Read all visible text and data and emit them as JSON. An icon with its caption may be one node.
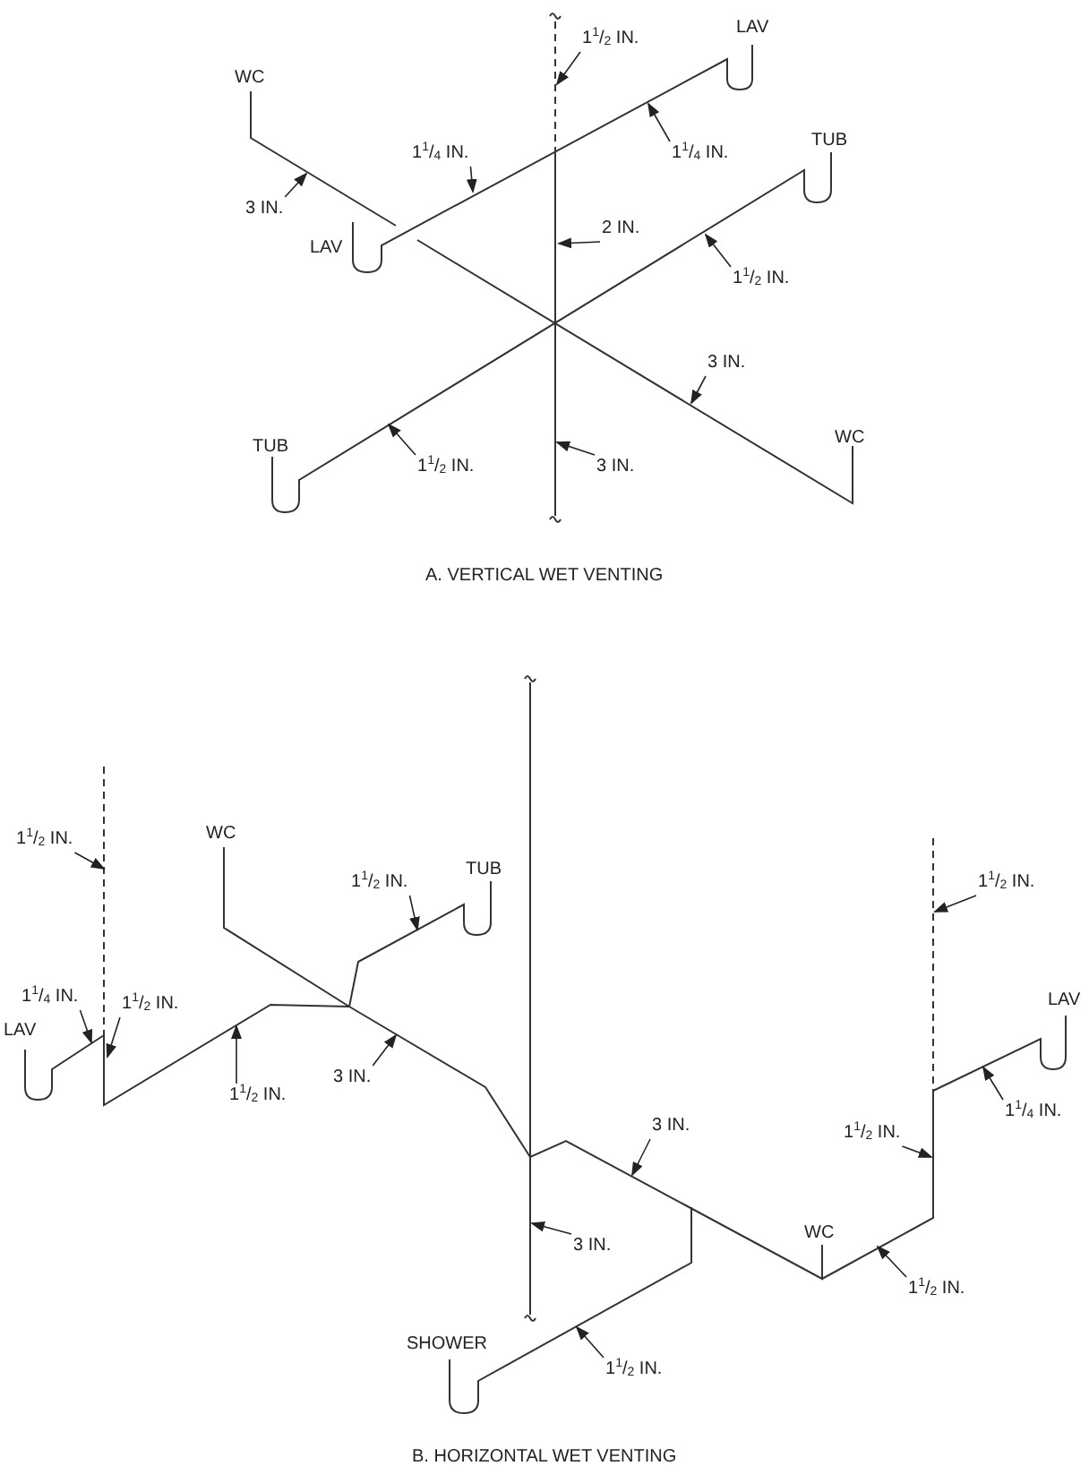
{
  "diagram": {
    "nodes": [
      {
        "text": [
          "1$^{1}$/$_{2}$ IN."
        ]
      },
      {
        "text": [
          "1$^{1}$/$_{4}$ IN."
        ]
      },
      {
        "text": [
          "1$^{1}$/$_{4}$ IN."
        ]
      },
      {
        "text": [
          "3 IN."
        ]
      },
      {
        "text": [
          "2 IN."
        ]
      },
      {
        "text": [
          "1$^{1}$/$_{2}$ IN."
        ]
      },
      {
        "text": [
          "3 IN."
        ]
      },
      {
        "text": [
          "1$^{1}$/$_{2}$ IN."
        ]
      },
      {
        "text": [
          "3 IN."
        ]
      },
      {
        "text": [
          "1$^{1}$/$_{2}$ IN."
        ]
      },
      {
        "text": [
          "1$^{1}$/$_{2}$ IN."
        ]
      },
      {
        "text": [
          "1$^{1}$/$_{2}$ IN."
        ]
      },
      {
        "text": [
          "1$^{1}$/$_{4}$ IN."
        ]
      },
      {
        "text": [
          "1$^{1}$/$_{2}$ IN."
        ]
      },
      {
        "text": [
          "3 IN."
        ]
      },
      {
        "text": [
          "1$^{1}$/$_{2}$ IN."
        ]
      },
      {
        "text": [
          "1$^{1}$/$_{4}$ IN."
        ]
      },
      {
        "text": [
          "3 IN."
        ]
      },
      {
        "text": [
          "1$^{1}$/$_{2}$ IN."
        ]
      },
      {
        "text": [
          "3 IN."
        ]
      },
      {
        "text": [
          "1$^{1}$/$_{2}$ IN."
        ]
      },
      {
        "text": [
          "1$^{1}$/$_{2}$ IN."
        ]
      }
    ],
    "edges": [
      {
        "from": 0,
        "to": null,
        "arrow": "to"
      },
      {
        "from": 1,
        "to": null,
        "arrow": "to"
      },
      {
        "from": 2,
        "to": null,
        "arrow": "to"
      },
      {
        "from": 3,
        "to": null,
        "arrow": "to"
      },
      {
        "from": 4,
        "to": null,
        "arrow": "to"
      },
      {
        "from": 5,
        "to": null,
        "arrow": "to"
      },
      {
        "from": 6,
        "to": null,
        "arrow": "to"
      },
      {
        "from": 7,
        "to": null,
        "arrow": "to"
      },
      {
        "from": 8,
        "to": null,
        "arrow": "to"
      },
      {
        "from": 9,
        "to": null,
        "arrow": "to"
      },
      {
        "from": 10,
        "to": null,
        "arrow": "to"
      },
      {
        "from": 11,
        "to": null,
        "arrow": "to"
      },
      {
        "from": 12,
        "to": null,
        "arrow": "to"
      },
      {
        "from": 13,
        "to": null,
        "arrow": "to"
      },
      {
        "from": 14,
        "to": null,
        "arrow": "to"
      },
      {
        "from": 15,
        "to": null,
        "arrow": "to"
      },
      {
        "from": 16,
        "to": null,
        "arrow": "to"
      },
      {
        "from": 17,
        "to": null,
        "arrow": "to"
      },
      {
        "from": 18,
        "to": null,
        "arrow": "to"
      },
      {
        "from": 19,
        "to": null,
        "arrow": "to"
      },
      {
        "from": 20,
        "to": null,
        "arrow": "to"
      },
      {
        "from": 21,
        "to": null,
        "arrow": "to"
      }
    ],
    "labels": [
      "LAV",
      "WC",
      "TUB",
      "LAV",
      "WC",
      "TUB",
      "A. VERTICAL WET VENTING",
      "WC",
      "TUB",
      "LAV",
      "LAV",
      "WC",
      "SHOWER",
      "B. HORIZONTAL WET VENTING"
    ]
  }
}
